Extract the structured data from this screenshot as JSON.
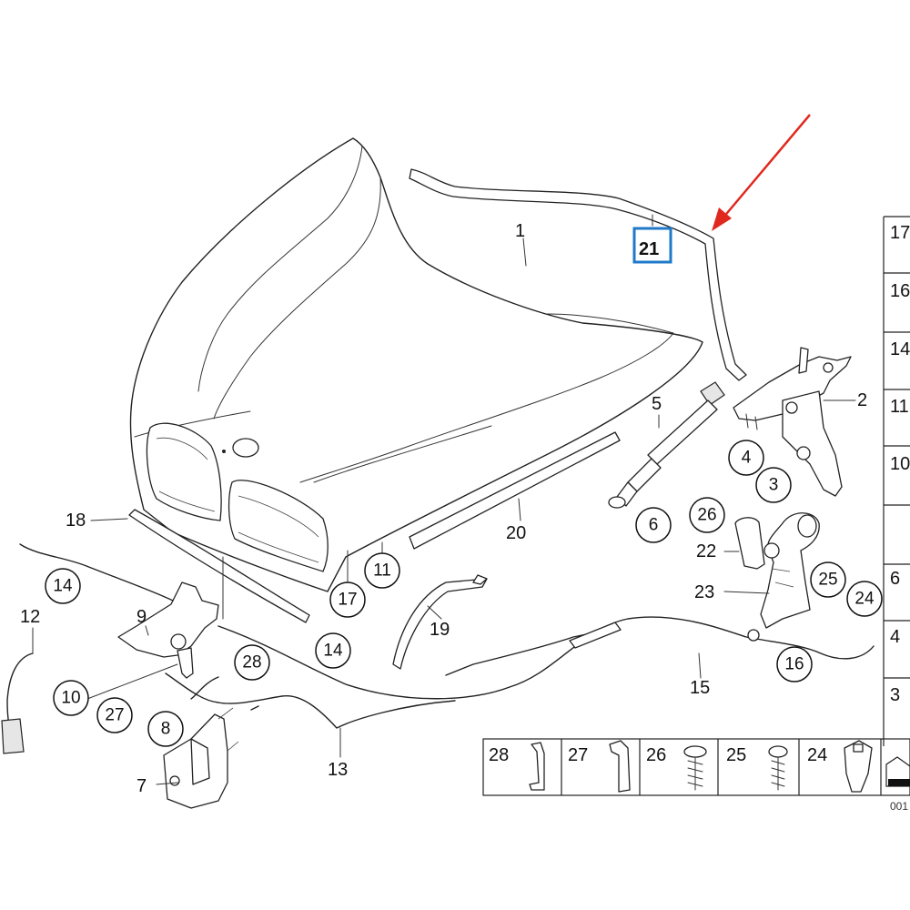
{
  "labels": {
    "hood": "1",
    "hinge": "2",
    "bracket_3": "3",
    "bracket_4": "4",
    "gas_strut": "5",
    "strut_end": "6",
    "lock_7": "7",
    "clip_8": "8",
    "lock_9": "9",
    "clip_10": "10",
    "seal_11": "11",
    "cable_12": "12",
    "cable_13": "13",
    "cable_14_left": "14",
    "cable_14_mid": "14",
    "cable_15": "15",
    "cable_16": "16",
    "seal_17": "17",
    "seal_18": "18",
    "seal_19": "19",
    "seal_20": "20",
    "seal_21": "21",
    "screw_22": "22",
    "lever_23": "23",
    "nut_24": "24",
    "screw_25": "25",
    "bush_26": "26",
    "clip_27": "27",
    "clip_28": "28"
  },
  "side_table": [
    "17",
    "16",
    "14",
    "11",
    "10",
    "6",
    "4",
    "3"
  ],
  "bottom_table": [
    "28",
    "27",
    "26",
    "25",
    "24"
  ],
  "footer_code": "001",
  "colors": {
    "highlight_box": "#1f78c8",
    "arrow": "#e0281e",
    "line": "#222222"
  }
}
